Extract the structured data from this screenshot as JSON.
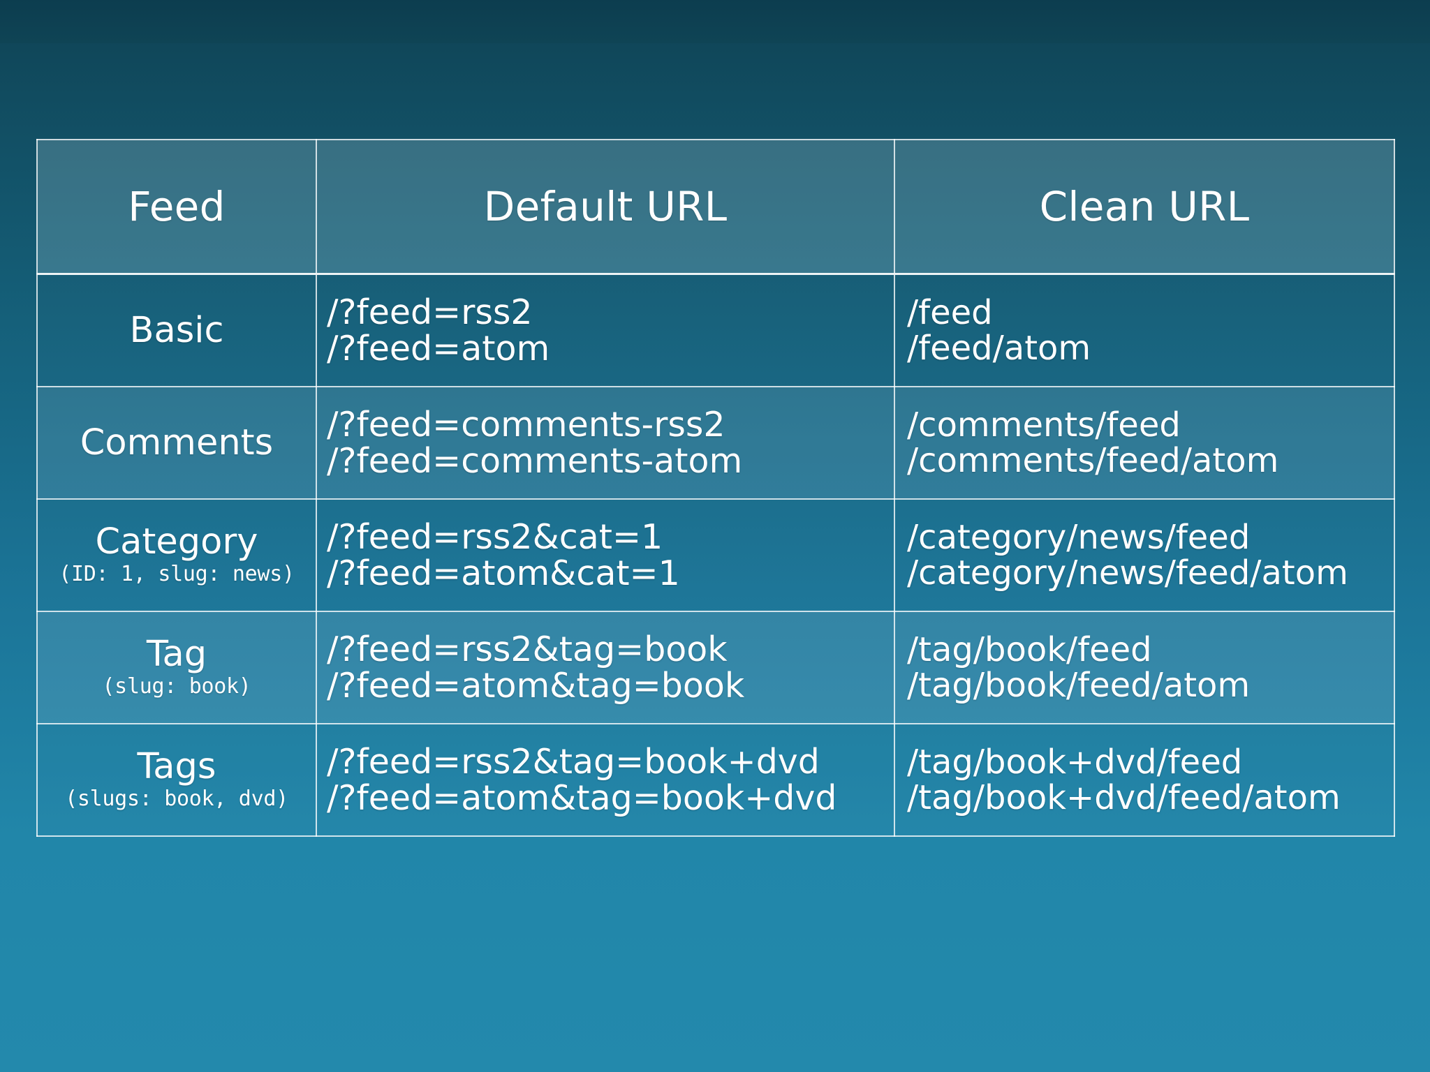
{
  "slide": {
    "background_top_color": "#0f4254",
    "background_bottom_color": "#2389ac",
    "text_color": "#ffffff"
  },
  "table": {
    "headers": [
      "Feed",
      "Default URL",
      "Clean URL"
    ],
    "rows": [
      {
        "feed": "Basic",
        "note": "",
        "default_urls": [
          "/?feed=rss2",
          "/?feed=atom"
        ],
        "clean_urls": [
          "/feed",
          "/feed/atom"
        ]
      },
      {
        "feed": "Comments",
        "note": "",
        "default_urls": [
          "/?feed=comments-rss2",
          "/?feed=comments-atom"
        ],
        "clean_urls": [
          "/comments/feed",
          "/comments/feed/atom"
        ]
      },
      {
        "feed": "Category",
        "note": "(ID: 1, slug: news)",
        "default_urls": [
          "/?feed=rss2&cat=1",
          "/?feed=atom&cat=1"
        ],
        "clean_urls": [
          "/category/news/feed",
          "/category/news/feed/atom"
        ]
      },
      {
        "feed": "Tag",
        "note": "(slug: book)",
        "default_urls": [
          "/?feed=rss2&tag=book",
          "/?feed=atom&tag=book"
        ],
        "clean_urls": [
          "/tag/book/feed",
          "/tag/book/feed/atom"
        ]
      },
      {
        "feed": "Tags",
        "note": "(slugs: book, dvd)",
        "default_urls": [
          "/?feed=rss2&tag=book+dvd",
          "/?feed=atom&tag=book+dvd"
        ],
        "clean_urls": [
          "/tag/book+dvd/feed",
          "/tag/book+dvd/feed/atom"
        ]
      }
    ]
  }
}
